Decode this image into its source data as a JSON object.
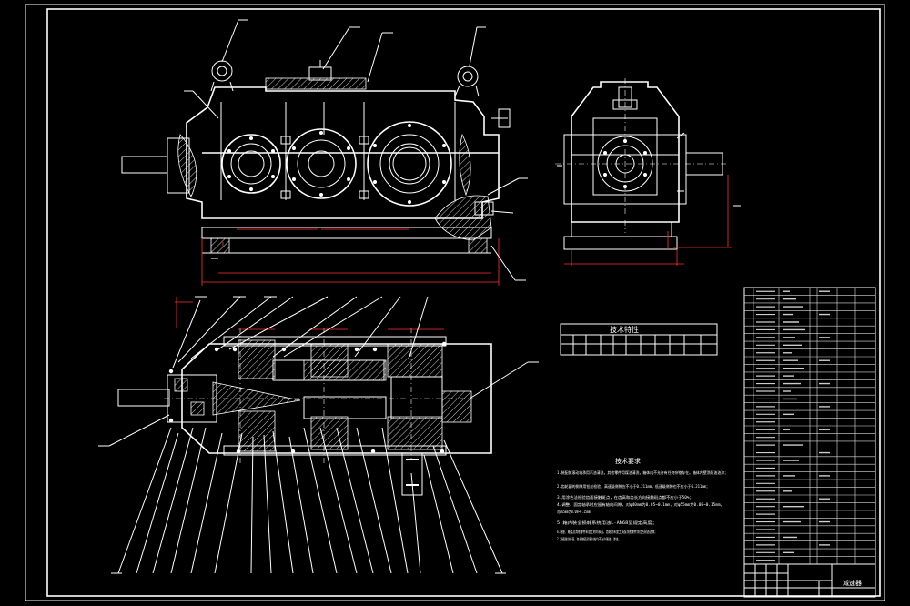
{
  "colors": {
    "background": "#000000",
    "lines": "#ffffff",
    "dimension": "#ff3030"
  },
  "sheet": {
    "title_block_name": "减速器"
  },
  "tech_params": {
    "title": "技术特性"
  },
  "requirements": {
    "title": "技术要求",
    "lines": [
      "1.装配前滚动轴承用汽油清洗，其他零件用煤油清洗，箱体内不允许有任何杂物存在。箱体内壁涂耐油油漆；",
      "2.齿轮副的侧隙用铅丝检验，高速级侧隙应不小于0.211mm，低速级侧隙也不应小于0.211mm；",
      "3.用涂色法检验齿面接触斑点，在齿高和齿长方向接触斑点都不应小于50%；",
      "4.调整、固定轴承时应留有轴向间隙，对φ40mm为0.05~0.1mm，对φ55mm为0.08~0.15mm，",
      "对φ65mm为0.08~0.15mm；",
      "5.箱内装全损耗系统用油L-AN68至规定高度；",
      "6.箱座、箱盖及其他零件未加工的内表面，齿轮的未加工表面涂底漆并涂红色耐油油漆；",
      "7.减速器剖分面、各接触面及密封处均不允许漏油、渗油。"
    ]
  }
}
